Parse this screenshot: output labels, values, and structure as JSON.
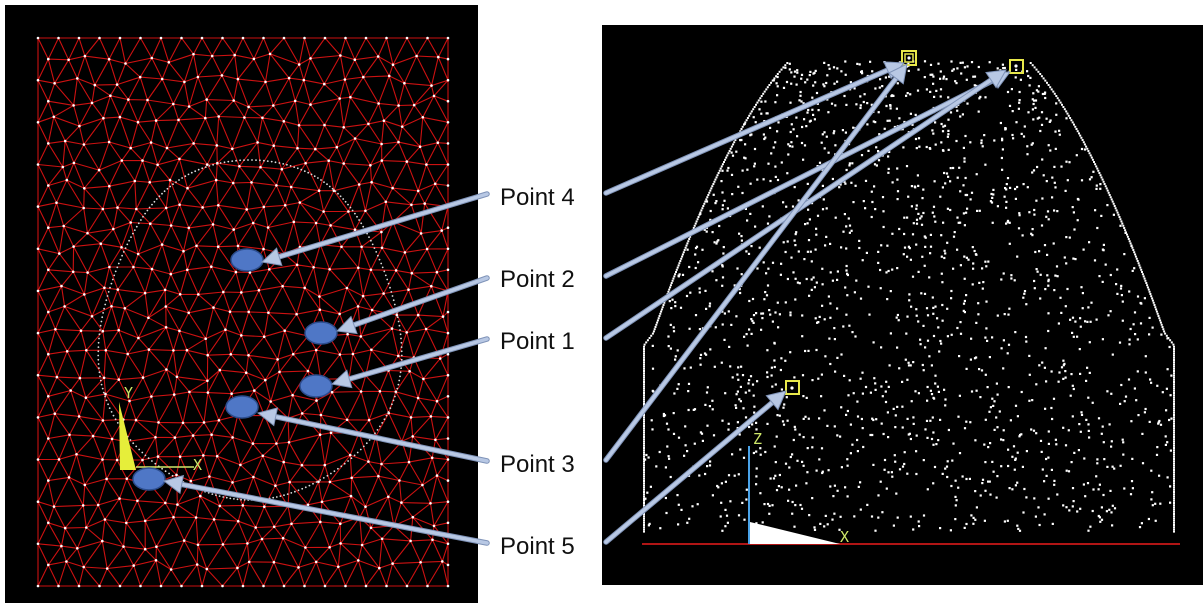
{
  "colors": {
    "panel_bg": "#000000",
    "mesh": "#cc1111",
    "node": "#ffffff",
    "marker_fill": "#4f77c6",
    "marker_stroke": "#2c4d8e",
    "arrow": "#b8c8e4",
    "arrow_stroke": "#7f93b8",
    "highlight_box": "#e8e84a",
    "axis_blue": "#4aa3e8",
    "axis_label": "#cfe86a",
    "base_line": "#b01515"
  },
  "left_panel": {
    "name": "mesh-view",
    "axis_labels": {
      "y": "Y",
      "x": "X"
    }
  },
  "right_panel": {
    "name": "point-cloud-view",
    "axis_labels": {
      "z": "Z",
      "x": "X"
    }
  },
  "labels": [
    {
      "id": "point-4",
      "text": "Point 4"
    },
    {
      "id": "point-2",
      "text": "Point 2"
    },
    {
      "id": "point-1",
      "text": "Point 1"
    },
    {
      "id": "point-3",
      "text": "Point 3"
    },
    {
      "id": "point-5",
      "text": "Point 5"
    }
  ]
}
